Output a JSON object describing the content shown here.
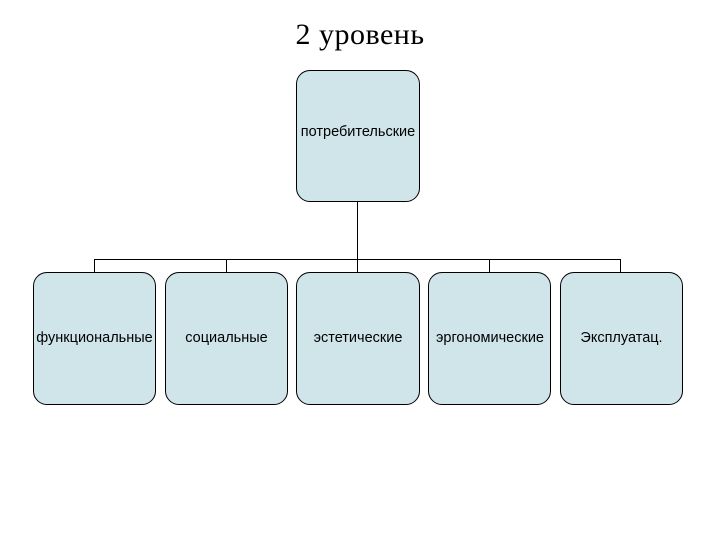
{
  "title": "2 уровень",
  "root": {
    "label": "потребительские"
  },
  "children": [
    {
      "label": "функциональные"
    },
    {
      "label": "социальные"
    },
    {
      "label": "эстетические"
    },
    {
      "label": "эргономические"
    },
    {
      "label": "Эксплуатац."
    }
  ],
  "colors": {
    "node_fill": "#cfe5e9",
    "node_border": "#000000",
    "text": "#000000",
    "background": "#ffffff"
  }
}
